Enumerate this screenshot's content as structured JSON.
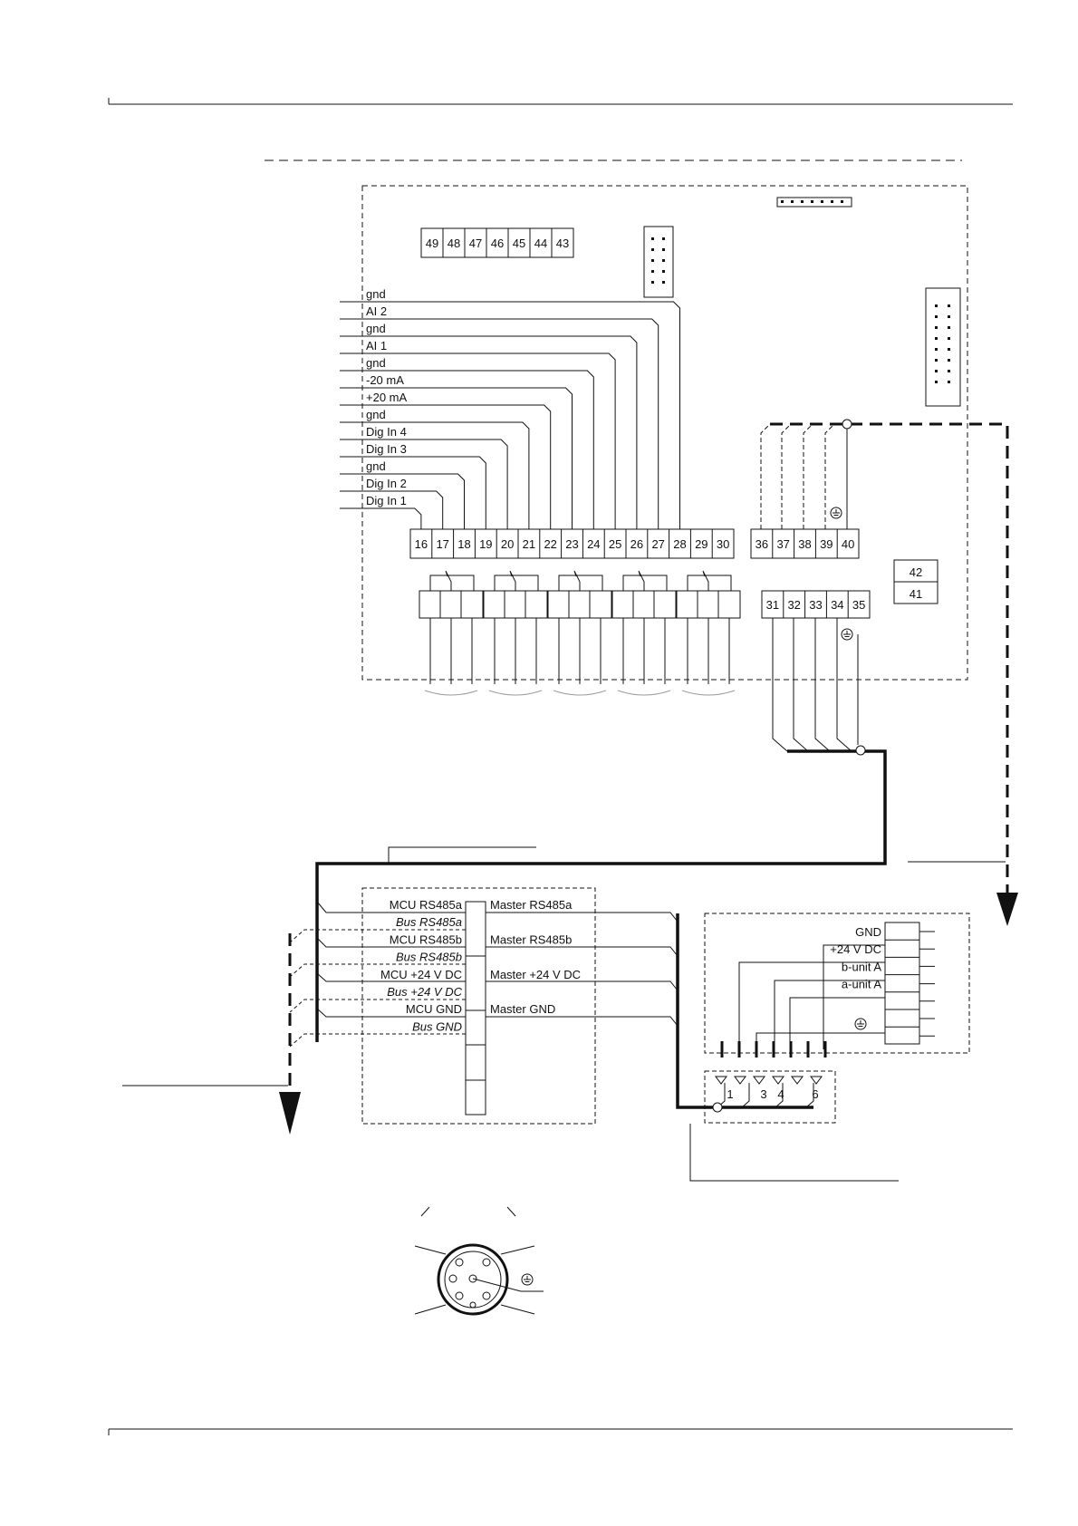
{
  "terminals": {
    "top_row": [
      "49",
      "48",
      "47",
      "46",
      "45",
      "44",
      "43"
    ],
    "main_row": [
      "16",
      "17",
      "18",
      "19",
      "20",
      "21",
      "22",
      "23",
      "24",
      "25",
      "26",
      "27",
      "28",
      "29",
      "30"
    ],
    "right_row": [
      "36",
      "37",
      "38",
      "39",
      "40"
    ],
    "stack": [
      "42",
      "41"
    ],
    "lower_row": [
      "31",
      "32",
      "33",
      "34",
      "35"
    ]
  },
  "signals": [
    "gnd",
    "AI 2",
    "gnd",
    "AI 1",
    "gnd",
    "-20 mA",
    "+20 mA",
    "gnd",
    "Dig In 4",
    "Dig In 3",
    "gnd",
    "Dig In 2",
    "Dig In 1"
  ],
  "bus": {
    "left": [
      "MCU RS485a",
      "Bus RS485a",
      "MCU RS485b",
      "Bus RS485b",
      "MCU +24 V DC",
      "Bus +24 V DC",
      "MCU GND",
      "Bus GND"
    ],
    "right": [
      "Master RS485a",
      "Master RS485b",
      "Master +24 V DC",
      "Master GND"
    ]
  },
  "unit": {
    "labels": [
      "GND",
      "+24 V DC",
      "b-unit A",
      "a-unit A"
    ]
  },
  "plug": {
    "pins": [
      "1",
      "3",
      "4",
      "6"
    ]
  },
  "colors": {
    "line": "#111111",
    "paper": "#ffffff"
  },
  "icons": [
    "ground-symbol",
    "round-connector"
  ]
}
